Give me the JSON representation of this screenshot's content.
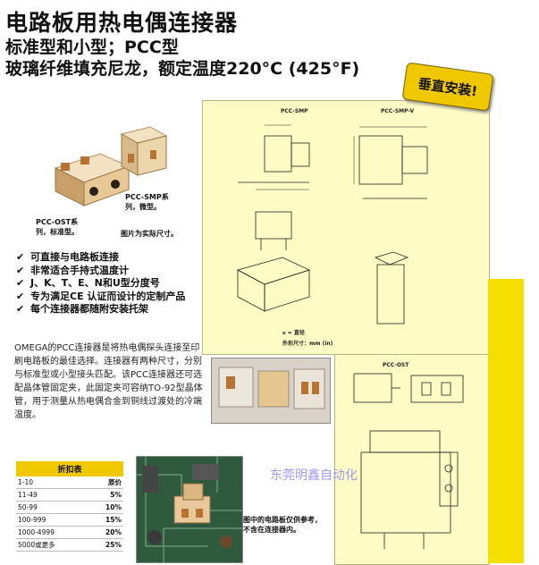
{
  "header": {
    "title": "电路板用热电偶连接器",
    "subtitle": "标准型和小型；PCC型",
    "subtitle2": "玻璃纤维填充尼龙，额定温度220°C (425°F)"
  },
  "badge": "垂直安装!",
  "captions": {
    "smp": "PCC-SMP系列，微型。",
    "ost": "PCC-OST系列，标准型。",
    "actual_size": "图片为实际尺寸。",
    "board_note": "图中的电路板仅供参考，不含在连接器内。"
  },
  "features": [
    "可直接与电路板连接",
    "非常适合手持式温度计",
    "J、K、T、E、N和U型分度号",
    "专为满足CE 认证而设计的定制产品",
    "每个连接器都随附安装托架"
  ],
  "paragraph": "OMEGA的PCC连接器是将热电偶探头连接至印刷电路板的最佳选择。连接器有两种尺寸，分别与标准型或小型接头匹配。该PCC连接器还可选配晶体管固定夹，此固定夹可容纳TO-92型晶体管，用于测量从热电偶合金到铜线过渡处的冷端温度。",
  "discount": {
    "header": "折扣表",
    "rows": [
      {
        "qty": "1-10",
        "val": "原价"
      },
      {
        "qty": "11-49",
        "val": "5%"
      },
      {
        "qty": "50-99",
        "val": "10%"
      },
      {
        "qty": "100-999",
        "val": "15%"
      },
      {
        "qty": "1000-4999",
        "val": "20%"
      },
      {
        "qty": "5000或更多",
        "val": "25%"
      }
    ]
  },
  "diagrams": {
    "smp_title": "PCC-SMP",
    "smpv_title": "PCC-SMP-V",
    "ost_title": "PCC-OST",
    "legend_symbol": "⌀ = 直径",
    "legend_units": "外形尺寸：mm (in)"
  },
  "watermark": "东莞明鑫自动化"
}
